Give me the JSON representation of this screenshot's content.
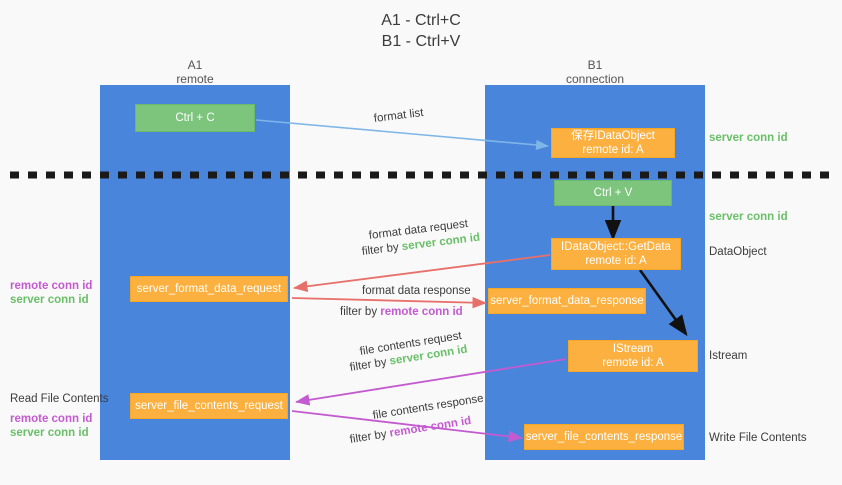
{
  "diagram": {
    "title_line1": "A1 - Ctrl+C",
    "title_line2": "B1 - Ctrl+V",
    "columns": [
      {
        "name": "A1",
        "role": "remote"
      },
      {
        "name": "B1",
        "role": "connection"
      }
    ],
    "colors": {
      "lane": "#4a85dc",
      "green_box": "#7dc47d",
      "orange_box": "#fbb040",
      "arrow_blue": "#7eb6e8",
      "arrow_red": "#e8706a",
      "arrow_magenta": "#c45ad0",
      "arrow_black": "#111111",
      "green_text": "#6abf69",
      "purple_text": "#c45ad0",
      "background": "#f9f9f9"
    },
    "nodes": {
      "ctrl_c": "Ctrl + C",
      "ctrl_v": "Ctrl + V",
      "save_idataobject_line1": "保存IDataObject",
      "save_idataobject_line2": "remote id: A",
      "getdata_line1": "IDataObject::GetData",
      "getdata_line2": "remote id: A",
      "istream_line1": "IStream",
      "istream_line2": "remote id: A",
      "server_format_data_request": "server_format_data_request",
      "server_format_data_response": "server_format_data_response",
      "server_file_contents_request": "server_file_contents_request",
      "server_file_contents_response": "server_file_contents_response"
    },
    "edge_labels": {
      "format_list": "format list",
      "format_data_request": "format data request",
      "format_data_request_filter_prefix": "filter by ",
      "format_data_request_filter_value": "server conn id",
      "format_data_response": "format data response",
      "format_data_response_filter_prefix": "filter by ",
      "format_data_response_filter_value": "remote conn id",
      "file_contents_request": "file contents request",
      "file_contents_request_filter_prefix": "filter by ",
      "file_contents_request_filter_value": "server conn id",
      "file_contents_response": "file contents response",
      "file_contents_response_filter_prefix": "filter by ",
      "file_contents_response_filter_value": "remote conn id"
    },
    "right_annotations": {
      "server_conn_id_top": "server conn id",
      "server_conn_id_second": "server conn id",
      "dataobject": "DataObject",
      "istream": "Istream",
      "write_file_contents": "Write File Contents"
    },
    "left_annotations": {
      "remote_conn_id_upper": "remote conn id",
      "server_conn_id_upper": "server conn id",
      "read_file_contents": "Read File Contents",
      "remote_conn_id_lower": "remote conn id",
      "server_conn_id_lower": "server conn id"
    }
  }
}
